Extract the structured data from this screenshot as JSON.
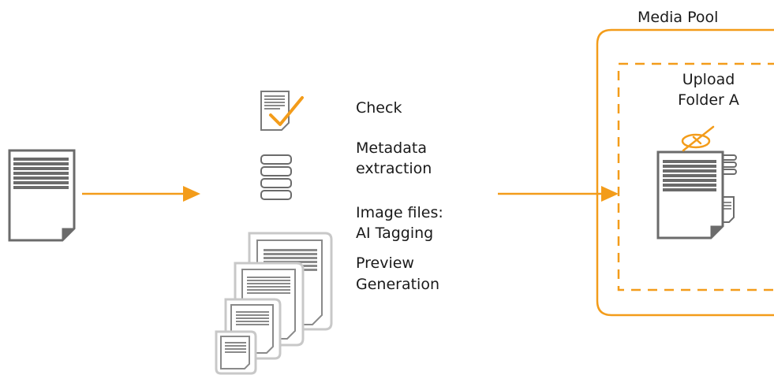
{
  "colors": {
    "accent": "#f39c1a",
    "doc_stroke": "#6b6b6b",
    "doc_stroke_light": "#9a9a9a",
    "text": "#1a1a1a"
  },
  "steps": {
    "check": "Check",
    "metadata_line1": "Metadata",
    "metadata_line2": "extraction",
    "image_line1": "Image files:",
    "image_line2": "AI Tagging",
    "preview_line1": "Preview",
    "preview_line2": "Generation"
  },
  "media_pool": {
    "title": "Media Pool",
    "folder_line1": "Upload",
    "folder_line2": "Folder A"
  },
  "icons": {
    "source": "document-icon",
    "check": "checked-document-icon",
    "metadata": "metadata-stack-icon",
    "preview": "preview-documents-icon",
    "pooled": "pooled-document-icon",
    "tag": "ai-tag-icon"
  }
}
